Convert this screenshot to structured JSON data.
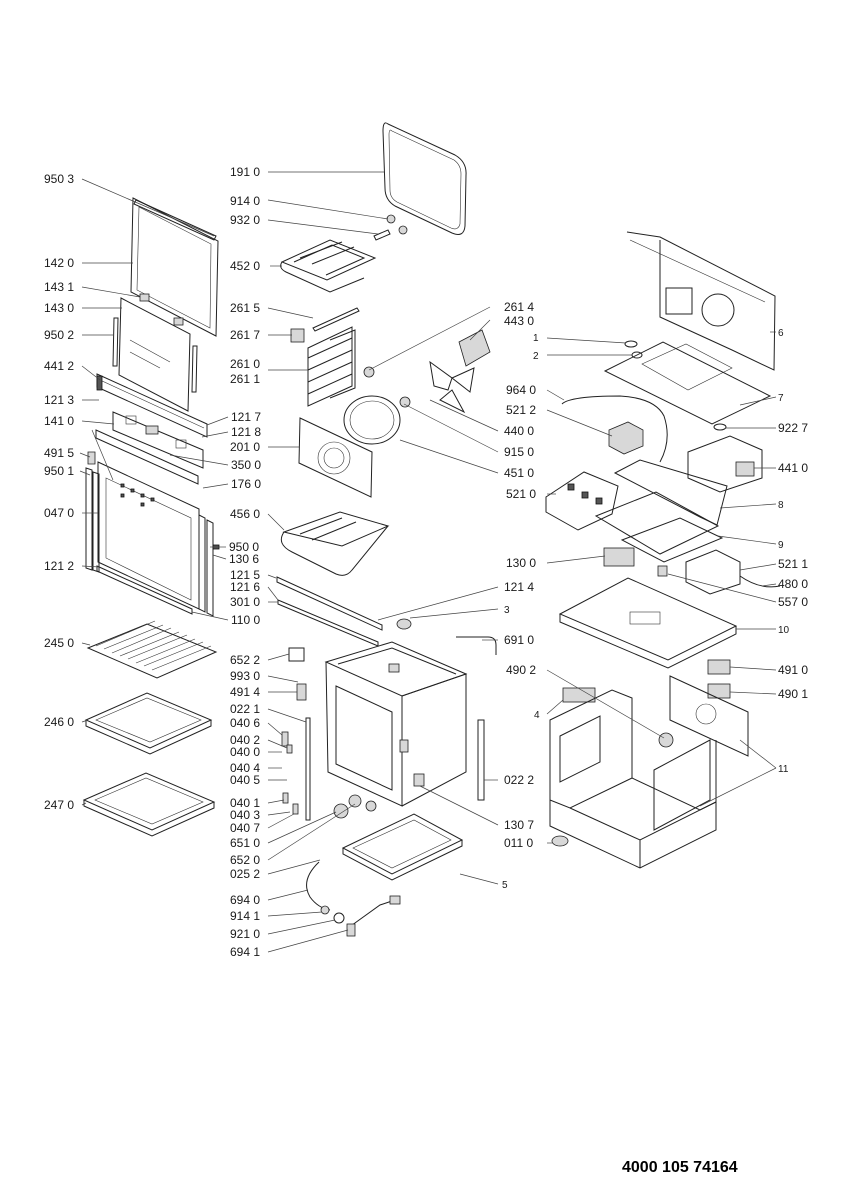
{
  "document_number": "4000 105 74164",
  "labels": {
    "l_191_0": "191 0",
    "l_950_3": "950 3",
    "l_914_0": "914 0",
    "l_932_0": "932 0",
    "l_142_0": "142 0",
    "l_452_0": "452 0",
    "l_143_1": "143 1",
    "l_143_0": "143 0",
    "l_261_5": "261 5",
    "l_261_4": "261 4",
    "l_443_0": "443 0",
    "l_950_2": "950 2",
    "l_261_7": "261 7",
    "l_441_2": "441 2",
    "l_261_0": "261 0",
    "l_261_1": "261 1",
    "l_121_3": "121 3",
    "l_121_7": "121 7",
    "l_141_0": "141 0",
    "l_121_8": "121 8",
    "l_201_0": "201 0",
    "l_491_5": "491 5",
    "l_350_0": "350 0",
    "l_950_1": "950 1",
    "l_176_0": "176 0",
    "l_047_0": "047 0",
    "l_456_0": "456 0",
    "l_950_0": "950 0",
    "l_130_6": "130 6",
    "l_121_2": "121 2",
    "l_121_5": "121 5",
    "l_121_6": "121 6",
    "l_301_0": "301 0",
    "l_110_0": "110 0",
    "l_440_0": "440 0",
    "l_915_0": "915 0",
    "l_451_0": "451 0",
    "l_964_0": "964 0",
    "l_521_2": "521 2",
    "l_521_0": "521 0",
    "l_130_0": "130 0",
    "l_121_4": "121 4",
    "l_3": "3",
    "l_691_0": "691 0",
    "l_245_0": "245 0",
    "l_652_2": "652 2",
    "l_993_0": "993 0",
    "l_491_4": "491 4",
    "l_022_1": "022 1",
    "l_246_0": "246 0",
    "l_040_6": "040 6",
    "l_040_2": "040 2",
    "l_040_0": "040 0",
    "l_040_4": "040 4",
    "l_040_5": "040 5",
    "l_022_2": "022 2",
    "l_247_0": "247 0",
    "l_040_1": "040 1",
    "l_040_3": "040 3",
    "l_040_7": "040 7",
    "l_130_7": "130 7",
    "l_651_0": "651 0",
    "l_011_0": "011 0",
    "l_652_0": "652 0",
    "l_025_2": "025 2",
    "l_5": "5",
    "l_694_0": "694 0",
    "l_914_1": "914 1",
    "l_921_0": "921 0",
    "l_694_1": "694 1",
    "l_6": "6",
    "l_1": "1",
    "l_2": "2",
    "l_7": "7",
    "l_922_7": "922 7",
    "l_441_0": "441 0",
    "l_8": "8",
    "l_9": "9",
    "l_521_1": "521 1",
    "l_480_0": "480 0",
    "l_557_0": "557 0",
    "l_10": "10",
    "l_491_0": "491 0",
    "l_490_2": "490 2",
    "l_490_1": "490 1",
    "l_4": "4",
    "l_11": "11"
  }
}
